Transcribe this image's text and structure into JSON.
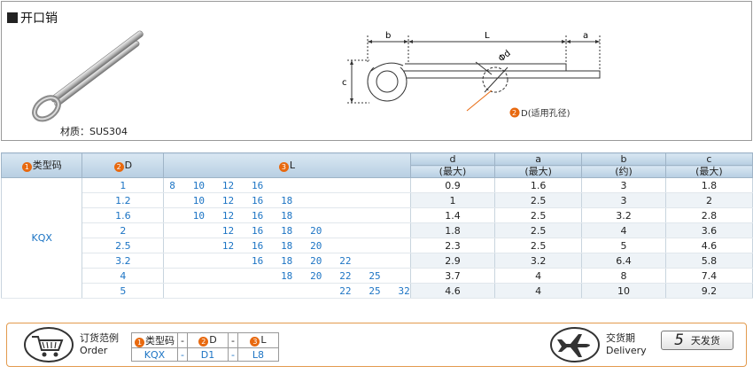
{
  "header": {
    "title": "开口销",
    "material_label": "材质：SUS304"
  },
  "drawing": {
    "dim_b": "b",
    "dim_L": "L",
    "dim_a": "a",
    "dim_c": "c",
    "dim_d": "Φd",
    "note_badge": "2",
    "note_text": "D(适用孔径)"
  },
  "table": {
    "headers": {
      "type_badge": "1",
      "type": "类型码",
      "d_badge": "2",
      "d": "D",
      "l_badge": "3",
      "l": "L",
      "col_d": "d",
      "col_d_sub": "(最大)",
      "col_a": "a",
      "col_a_sub": "(最大)",
      "col_b": "b",
      "col_b_sub": "(约)",
      "col_c": "c",
      "col_c_sub": "(最大)"
    },
    "type_code": "KQX",
    "rows": [
      {
        "D": "1",
        "L": "8   10   12   16",
        "d": "0.9",
        "a": "1.6",
        "b": "3",
        "c": "1.8"
      },
      {
        "D": "1.2",
        "L": "    10   12   16   18",
        "d": "1",
        "a": "2.5",
        "b": "3",
        "c": "2"
      },
      {
        "D": "1.6",
        "L": "    10   12   16   18",
        "d": "1.4",
        "a": "2.5",
        "b": "3.2",
        "c": "2.8"
      },
      {
        "D": "2",
        "L": "         12   16   18   20",
        "d": "1.8",
        "a": "2.5",
        "b": "4",
        "c": "3.6"
      },
      {
        "D": "2.5",
        "L": "         12   16   18   20",
        "d": "2.3",
        "a": "2.5",
        "b": "5",
        "c": "4.6"
      },
      {
        "D": "3.2",
        "L": "              16   18   20   22",
        "d": "2.9",
        "a": "3.2",
        "b": "6.4",
        "c": "5.8"
      },
      {
        "D": "4",
        "L": "                   18   20   22   25",
        "d": "3.7",
        "a": "4",
        "b": "8",
        "c": "7.4"
      },
      {
        "D": "5",
        "L": "                             22   25   32",
        "d": "4.6",
        "a": "4",
        "b": "10",
        "c": "9.2"
      }
    ]
  },
  "order": {
    "title_cn": "订货范例",
    "title_en": "Order",
    "type_badge": "1",
    "type_label": "类型码",
    "d_badge": "2",
    "d_label": "D",
    "l_badge": "3",
    "l_label": "L",
    "dash": "-",
    "example_type": "KQX",
    "example_d": "D1",
    "example_l": "L8",
    "delivery_cn": "交货期",
    "delivery_en": "Delivery",
    "days": "5",
    "days_unit": "天发货"
  },
  "colors": {
    "accent_orange": "#e8690f",
    "value_blue": "#1c74c4",
    "header_blue": "#c4d8ea"
  },
  "icons": [
    "cart-icon",
    "airplane-icon"
  ]
}
